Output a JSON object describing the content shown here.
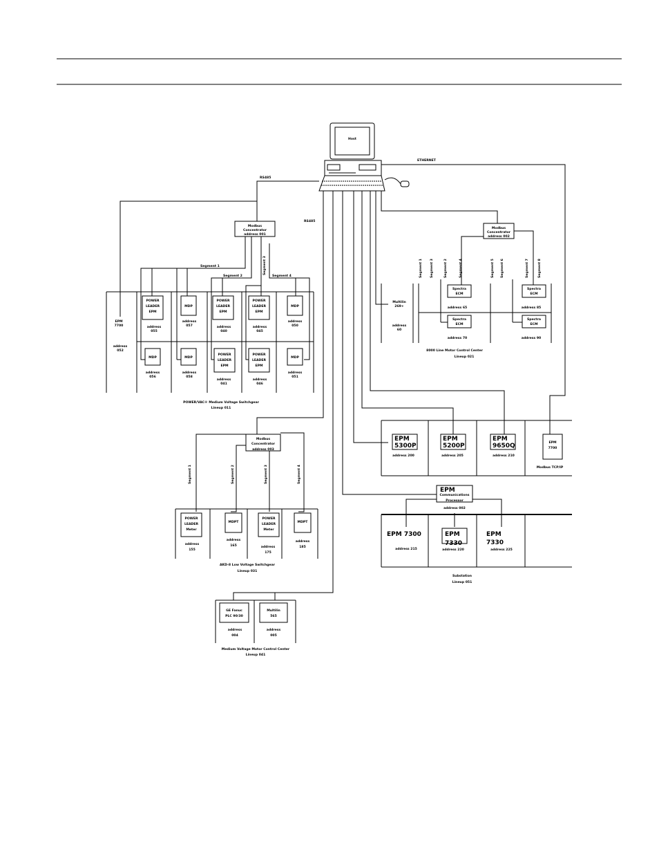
{
  "host": {
    "label": "Host"
  },
  "links": {
    "rs485_a": "RS485",
    "rs485_b": "RS485",
    "ethernet": "ETHERNET"
  },
  "switchgear": {
    "concentrator": [
      "Modbus",
      "Concentrator",
      "address 001"
    ],
    "segments": [
      "Segment 1",
      "Segment 2",
      "Segment 3",
      "Segment 4"
    ],
    "epm7700": [
      "EPM",
      "7700",
      "address",
      "052"
    ],
    "devices": [
      {
        "lines": [
          "POWER",
          "LEADER",
          "EPM"
        ],
        "address": [
          "address",
          "055"
        ]
      },
      {
        "lines": [
          "MDP"
        ],
        "address": [
          "address",
          "057"
        ]
      },
      {
        "lines": [
          "POWER",
          "LEADER",
          "EPM"
        ],
        "address": [
          "address",
          "040"
        ]
      },
      {
        "lines": [
          "POWER",
          "LEADER",
          "EPM"
        ],
        "address": [
          "address",
          "045"
        ]
      },
      {
        "lines": [
          "MDP"
        ],
        "address": [
          "address",
          "050"
        ]
      },
      {
        "lines": [
          "MDP"
        ],
        "address": [
          "address",
          "056"
        ]
      },
      {
        "lines": [
          "MDP"
        ],
        "address": [
          "address",
          "058"
        ]
      },
      {
        "lines": [
          "POWER",
          "LEADER",
          "EPM"
        ],
        "address": [
          "address",
          "041"
        ]
      },
      {
        "lines": [
          "POWER",
          "LEADER",
          "EPM"
        ],
        "address": [
          "address",
          "046"
        ]
      },
      {
        "lines": [
          "MDP"
        ],
        "address": [
          "address",
          "051"
        ]
      }
    ],
    "caption": [
      "POWER/VAC® Medium Voltage Switchgear",
      "Lineup 011"
    ]
  },
  "mcc8000": {
    "concentrator": [
      "Modbus",
      "Concentrator",
      "address 002"
    ],
    "segments": [
      "Segment 1",
      "Segment 3",
      "Segment 2",
      "Segment 4",
      "Segment 5",
      "Segment 6",
      "Segment 7",
      "Segment 8"
    ],
    "multilin": [
      "Multilin",
      "269+",
      "address",
      "60"
    ],
    "ecms": [
      {
        "lines": [
          "Spectra",
          "ECM"
        ],
        "address": "address 65"
      },
      {
        "lines": [
          "Spectra",
          "ECM"
        ],
        "address": "address 85"
      },
      {
        "lines": [
          "Spectra",
          "ECM"
        ],
        "address": "address 70"
      },
      {
        "lines": [
          "Spectra",
          "ECM"
        ],
        "address": "address 90"
      }
    ],
    "caption": [
      "8000 Line Motor Control Center",
      "Lineup 021"
    ]
  },
  "lvswitchgear": {
    "concentrator": [
      "Modbus",
      "Concentrator",
      "address 003"
    ],
    "segments": [
      "Segment 1",
      "Segment 2",
      "Segment 3",
      "Segment 4"
    ],
    "devices": [
      {
        "lines": [
          "POWER",
          "LEADER",
          "Meter"
        ],
        "address": [
          "address",
          "155"
        ]
      },
      {
        "lines": [
          "MDPT"
        ],
        "address": [
          "address",
          "165"
        ]
      },
      {
        "lines": [
          "POWER",
          "LEADER",
          "Meter"
        ],
        "address": [
          "address",
          "175"
        ]
      },
      {
        "lines": [
          "MDPT"
        ],
        "address": [
          "address",
          "185"
        ]
      }
    ],
    "caption": [
      "AKD-8 Low Voltage Switchgear",
      "Lineup 031"
    ]
  },
  "epms": {
    "items": [
      {
        "lines": [
          "EPM",
          "5300P"
        ],
        "address": "address 200"
      },
      {
        "lines": [
          "EPM",
          "5200P"
        ],
        "address": "address 205"
      },
      {
        "lines": [
          "EPM",
          "9650Q"
        ],
        "address": "address 210"
      }
    ],
    "epm7700": [
      "EPM",
      "7700"
    ],
    "modbus_tcp": "Modbus TCP/IP",
    "processor": [
      "EPM",
      "Communications",
      "Processor",
      "address 002"
    ],
    "lower": [
      {
        "lines": [
          "EPM 7300"
        ],
        "address": "address 215"
      },
      {
        "lines": [
          "EPM",
          "7330"
        ],
        "address": "address 220"
      },
      {
        "lines": [
          "EPM",
          "7330"
        ],
        "address": "address 225"
      }
    ],
    "caption": [
      "Substation",
      "Lineup 051"
    ]
  },
  "mvmcc": {
    "devices": [
      {
        "lines": [
          "GE Fanuc",
          "PLC 90/30"
        ],
        "address": [
          "address",
          "004"
        ]
      },
      {
        "lines": [
          "Multilin",
          "565"
        ],
        "address": [
          "address",
          "005"
        ]
      }
    ],
    "caption": [
      "Medium Voltage Motor Control Center",
      "Lineup 041"
    ]
  }
}
